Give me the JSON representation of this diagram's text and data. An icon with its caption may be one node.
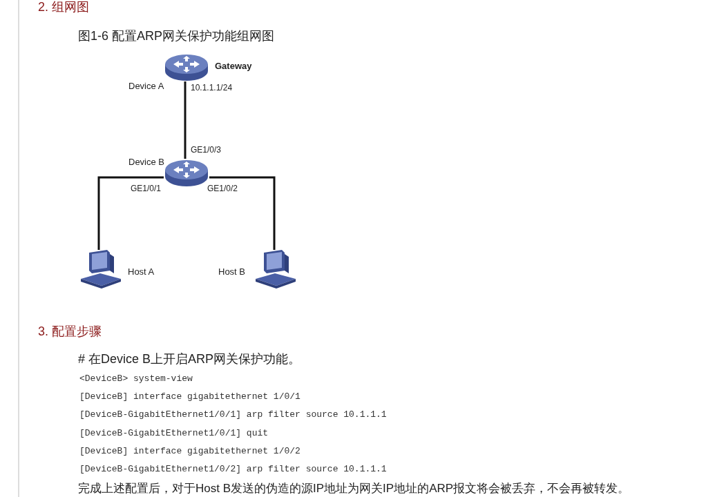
{
  "diagram": {
    "title": "图1-6 配置ARP网关保护功能组网图",
    "nodes": [
      {
        "text": [
          "Device A"
        ],
        "beside": [
          "Gateway",
          "10.1.1.1/24"
        ]
      },
      {
        "text": [
          "Device B"
        ]
      },
      {
        "text": [
          "Host A"
        ]
      },
      {
        "text": [
          "Host B"
        ]
      }
    ],
    "edges": [
      {
        "from": 0,
        "to": 1,
        "arrow": "none",
        "label": "GE1/0/3"
      },
      {
        "from": 1,
        "to": 2,
        "arrow": "none",
        "label": "GE1/0/1"
      },
      {
        "from": 1,
        "to": 3,
        "arrow": "none",
        "label": "GE1/0/2"
      }
    ],
    "labels": [
      "2. 组网图",
      "3. 配置步骤",
      "# 在Device B上开启ARP网关保护功能。",
      "<DeviceB> system-view",
      "[DeviceB] interface gigabitethernet 1/0/1",
      "[DeviceB-GigabitEthernet1/0/1] arp filter source 10.1.1.1",
      "[DeviceB-GigabitEthernet1/0/1] quit",
      "[DeviceB] interface gigabitethernet 1/0/2",
      "[DeviceB-GigabitEthernet1/0/2] arp filter source 10.1.1.1",
      "完成上述配置后，对于Host B发送的伪造的源IP地址为网关IP地址的ARP报文将会被丢弃，不会再被转发。"
    ]
  }
}
